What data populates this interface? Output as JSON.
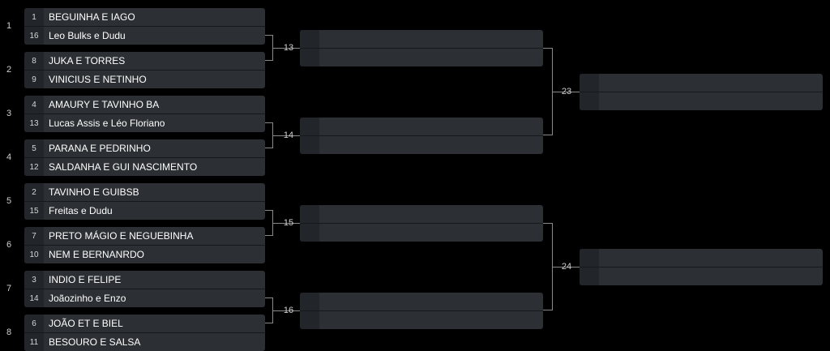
{
  "bracket": {
    "round1": [
      {
        "number": "1",
        "top": {
          "seed": "1",
          "team": "BEGUINHA E IAGO"
        },
        "bottom": {
          "seed": "16",
          "team": "Leo Bulks e Dudu"
        }
      },
      {
        "number": "2",
        "top": {
          "seed": "8",
          "team": "JUKA E TORRES"
        },
        "bottom": {
          "seed": "9",
          "team": "VINICIUS E NETINHO"
        }
      },
      {
        "number": "3",
        "top": {
          "seed": "4",
          "team": "AMAURY E TAVINHO BA"
        },
        "bottom": {
          "seed": "13",
          "team": "Lucas Assis e Léo Floriano"
        }
      },
      {
        "number": "4",
        "top": {
          "seed": "5",
          "team": "PARANA E PEDRINHO"
        },
        "bottom": {
          "seed": "12",
          "team": "SALDANHA E GUI NASCIMENTO"
        }
      },
      {
        "number": "5",
        "top": {
          "seed": "2",
          "team": "TAVINHO E GUIBSB"
        },
        "bottom": {
          "seed": "15",
          "team": "Freitas e Dudu"
        }
      },
      {
        "number": "6",
        "top": {
          "seed": "7",
          "team": "PRETO MÁGIO E NEGUEBINHA"
        },
        "bottom": {
          "seed": "10",
          "team": "NEM E BERNANRDO"
        }
      },
      {
        "number": "7",
        "top": {
          "seed": "3",
          "team": "INDIO E FELIPE"
        },
        "bottom": {
          "seed": "14",
          "team": "Joãozinho e Enzo"
        }
      },
      {
        "number": "8",
        "top": {
          "seed": "6",
          "team": "JOÃO ET E BIEL"
        },
        "bottom": {
          "seed": "11",
          "team": "BESOURO E SALSA"
        }
      }
    ],
    "round2": [
      {
        "number": "13",
        "top": {
          "seed": "",
          "team": ""
        },
        "bottom": {
          "seed": "",
          "team": ""
        }
      },
      {
        "number": "14",
        "top": {
          "seed": "",
          "team": ""
        },
        "bottom": {
          "seed": "",
          "team": ""
        }
      },
      {
        "number": "15",
        "top": {
          "seed": "",
          "team": ""
        },
        "bottom": {
          "seed": "",
          "team": ""
        }
      },
      {
        "number": "16",
        "top": {
          "seed": "",
          "team": ""
        },
        "bottom": {
          "seed": "",
          "team": ""
        }
      }
    ],
    "round3": [
      {
        "number": "23",
        "top": {
          "seed": "",
          "team": ""
        },
        "bottom": {
          "seed": "",
          "team": ""
        }
      },
      {
        "number": "24",
        "top": {
          "seed": "",
          "team": ""
        },
        "bottom": {
          "seed": "",
          "team": ""
        }
      }
    ]
  },
  "colors": {
    "background": "#000000",
    "slot": "#2c2f33",
    "seed_cell": "#22252a",
    "connector": "#8a8a8a"
  }
}
